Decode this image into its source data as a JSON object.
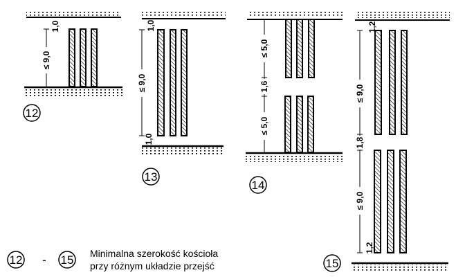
{
  "figures": [
    {
      "id": "12",
      "dims": [
        "1,0",
        "≤ 9,0"
      ]
    },
    {
      "id": "13",
      "dims": [
        "1,0",
        "≤ 9,0",
        "1,0"
      ]
    },
    {
      "id": "14",
      "dims": [
        "≤ 5,0",
        "1,6",
        "≤ 5,0"
      ]
    },
    {
      "id": "15",
      "dims": [
        "1,2",
        "≤ 9,0",
        "1,8",
        "≤ 9,0",
        "1,2"
      ]
    }
  ],
  "caption": {
    "range_start": "12",
    "range_dash": "-",
    "range_end": "15",
    "line1": "Minimalna szerokość kościoła",
    "line2": "przy różnym układzie przejść"
  },
  "colors": {
    "ink": "#000000",
    "paper": "#ffffff"
  }
}
